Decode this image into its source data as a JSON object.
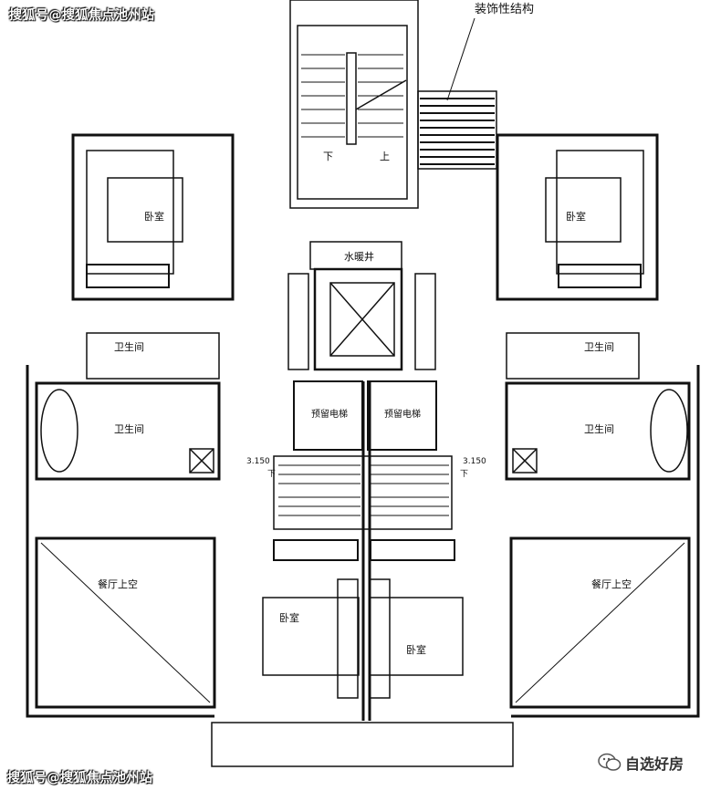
{
  "watermark_top": "搜狐号@搜狐焦点池州站",
  "watermark_bottom": "搜狐号@搜狐焦点池州站",
  "brand": {
    "icon": "wechat-icon",
    "text": "自选好房"
  },
  "labels": {
    "decor_structure": "装饰性结构",
    "stair_down_top": "下",
    "stair_up_top": "上",
    "bedroom_left": "卧室",
    "bedroom_right": "卧室",
    "water_shaft": "水暖井",
    "bath_small_left": "卫生间",
    "bath_small_right": "卫生间",
    "bath_large_left": "卫生间",
    "bath_large_right": "卫生间",
    "elevator_reserved_left": "预留电梯",
    "elevator_reserved_right": "预留电梯",
    "level_left": "3.150",
    "level_right": "3.150",
    "level_down_left": "下",
    "level_down_right": "下",
    "dining_void_left": "餐厅上空",
    "dining_void_right": "餐厅上空",
    "bedroom_bottom_left": "卧室",
    "bedroom_bottom_right": "卧室"
  },
  "colors": {
    "line": "#111111",
    "background": "#ffffff"
  }
}
